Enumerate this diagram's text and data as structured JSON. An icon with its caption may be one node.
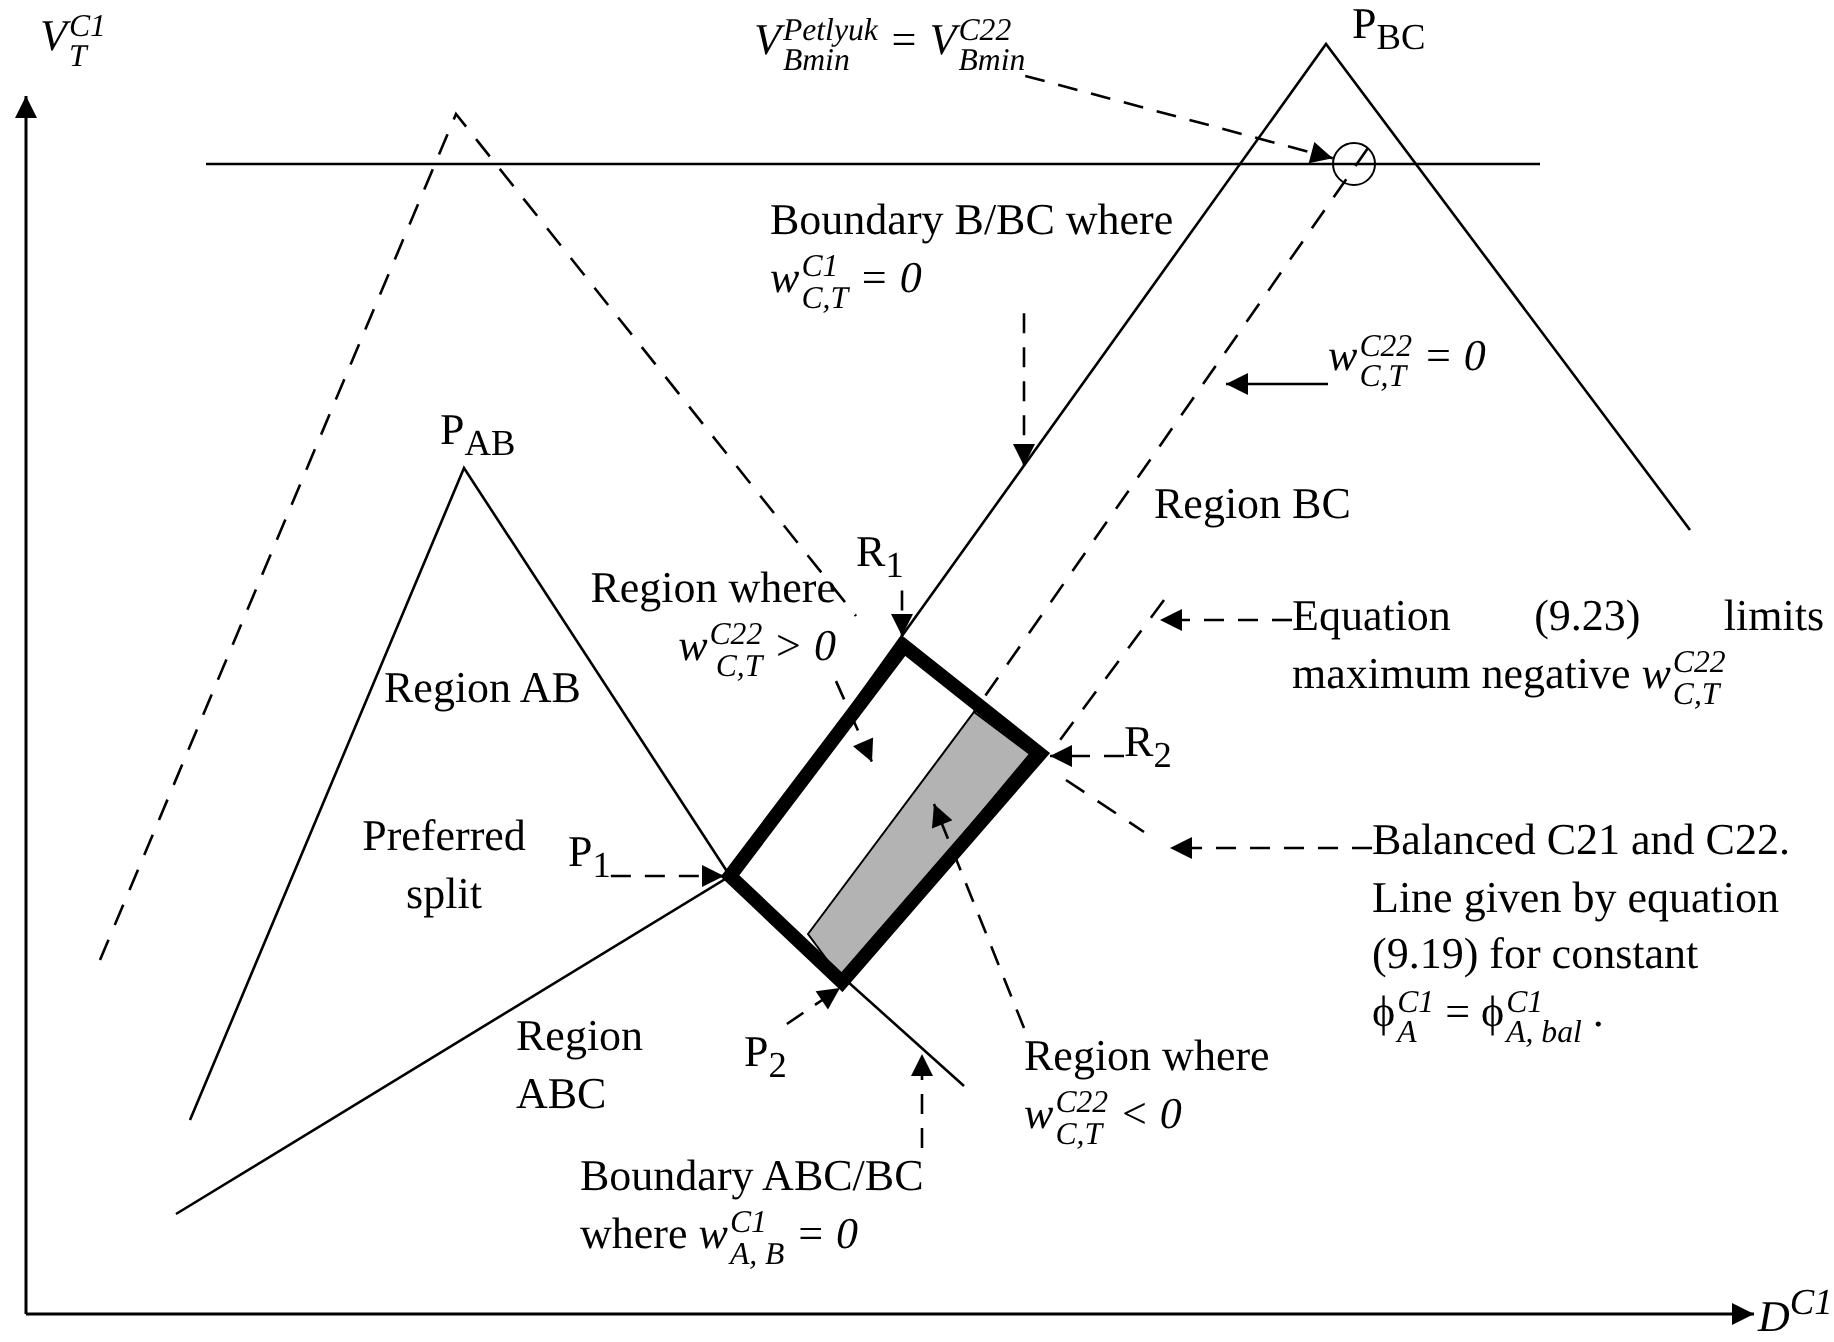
{
  "diagram": {
    "nodes": [
      {
        "text": [
          "V$^{Petlyuk}$$_{Bmin}$ = V$^{C22}$$_{Bmin}$"
        ]
      },
      {
        "text": [],
        "shape": "circle"
      },
      {
        "text": [
          "Boundary B/BC where *w*$^{C1}$$_{C,T}$ *= 0*"
        ]
      },
      {
        "text": [
          "w$^{C22}$$_{C,T}$ = 0"
        ]
      },
      {
        "text": [
          "R$_{1}$"
        ]
      },
      {
        "text": [
          "Region where *w*$^{C22}$$_{C,T}$ *> 0*"
        ]
      },
      {
        "text": [
          "Equation (9.23) limits maximum negative *w*$^{C22}$$_{C,T}$"
        ]
      },
      {
        "text": [
          "R$_{2}$"
        ]
      },
      {
        "text": [
          "Balanced C21 and C22. Line given by equation (9.19) for constant ϕ$^{C1}$$_{A}$ = ϕ$^{C1}$$_{A, bal}$ ."
        ]
      },
      {
        "text": [
          "P$_{1}$"
        ]
      },
      {
        "text": [
          "P$_{2}$"
        ]
      },
      {
        "text": [
          "Region where *w*$^{C22}$$_{C,T}$ *< 0*"
        ]
      },
      {
        "text": [
          "Boundary ABC/BC where *w*$^{C1}$$_{A, B}$ *= 0*"
        ]
      },
      {
        "text": [],
        "shape": "box"
      }
    ],
    "edges": [
      {
        "from": 0,
        "to": 1,
        "arrow": "to",
        "style": "dashed"
      },
      {
        "from": 2,
        "to": null,
        "arrow": "to",
        "style": "dashed"
      },
      {
        "from": 3,
        "to": null,
        "arrow": "to"
      },
      {
        "from": 4,
        "to": 13,
        "arrow": "to",
        "style": "dashed"
      },
      {
        "from": 5,
        "to": 13,
        "arrow": "to",
        "style": "dashed"
      },
      {
        "from": 6,
        "to": null,
        "arrow": "to",
        "style": "dashed"
      },
      {
        "from": 7,
        "to": 13,
        "arrow": "to",
        "style": "dashed"
      },
      {
        "from": 8,
        "to": null,
        "arrow": "to",
        "style": "dashed"
      },
      {
        "from": 9,
        "to": 13,
        "arrow": "to",
        "style": "dashed"
      },
      {
        "from": 10,
        "to": 13,
        "arrow": "to",
        "style": "dashed"
      },
      {
        "from": 11,
        "to": 13,
        "arrow": "to",
        "style": "dashed"
      },
      {
        "from": 12,
        "to": null,
        "arrow": "to",
        "style": "dashed"
      }
    ],
    "labels": [
      "V$^{C1}$$_{T}$",
      "P$_{BC}$",
      "P$_{AB}$",
      "Region BC",
      "Region AB",
      "Preferred split",
      "Region ABC",
      "D$^{C1}$"
    ]
  }
}
